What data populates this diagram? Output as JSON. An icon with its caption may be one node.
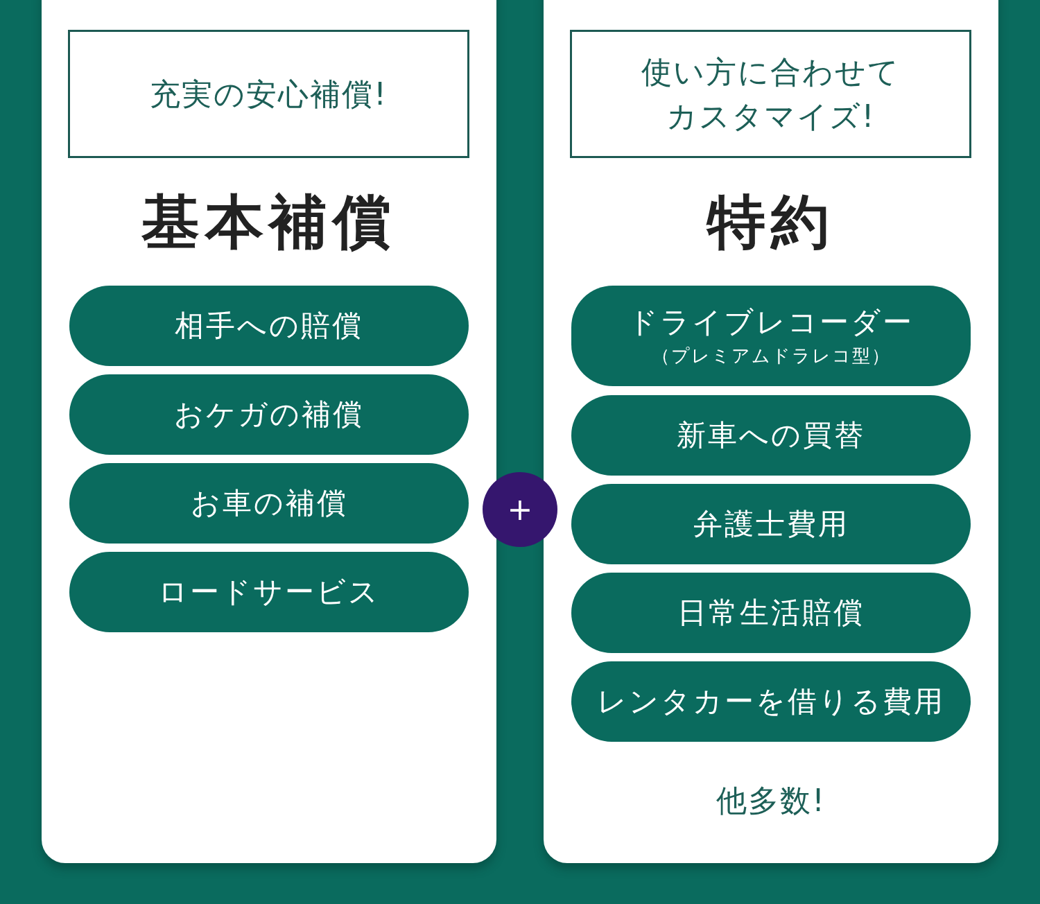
{
  "diagram": {
    "nodes": [
      {
        "text": [
          "基本補償"
        ]
      },
      {
        "text": [
          "充実の安心補償!"
        ],
        "in": 0
      },
      {
        "text": [
          "相手への賠償"
        ],
        "in": 0
      },
      {
        "text": [
          "おケガの補償"
        ],
        "in": 0
      },
      {
        "text": [
          "お車の補償"
        ],
        "in": 0
      },
      {
        "text": [
          "ロードサービス"
        ],
        "in": 0
      },
      {
        "text": [
          "+"
        ]
      },
      {
        "text": [
          "特約",
          "他多数!"
        ]
      },
      {
        "text": [
          "使い方に合わせてカスタマイズ!"
        ],
        "in": 7
      },
      {
        "text": [
          "ドライブレコーダー",
          "（プレミアムドラレコ型）"
        ],
        "in": 7
      },
      {
        "text": [
          "新車への買替"
        ],
        "in": 7
      },
      {
        "text": [
          "弁護士費用"
        ],
        "in": 7
      },
      {
        "text": [
          "日常生活賠償"
        ],
        "in": 7
      },
      {
        "text": [
          "レンタカーを借りる費用"
        ],
        "in": 7
      }
    ]
  }
}
